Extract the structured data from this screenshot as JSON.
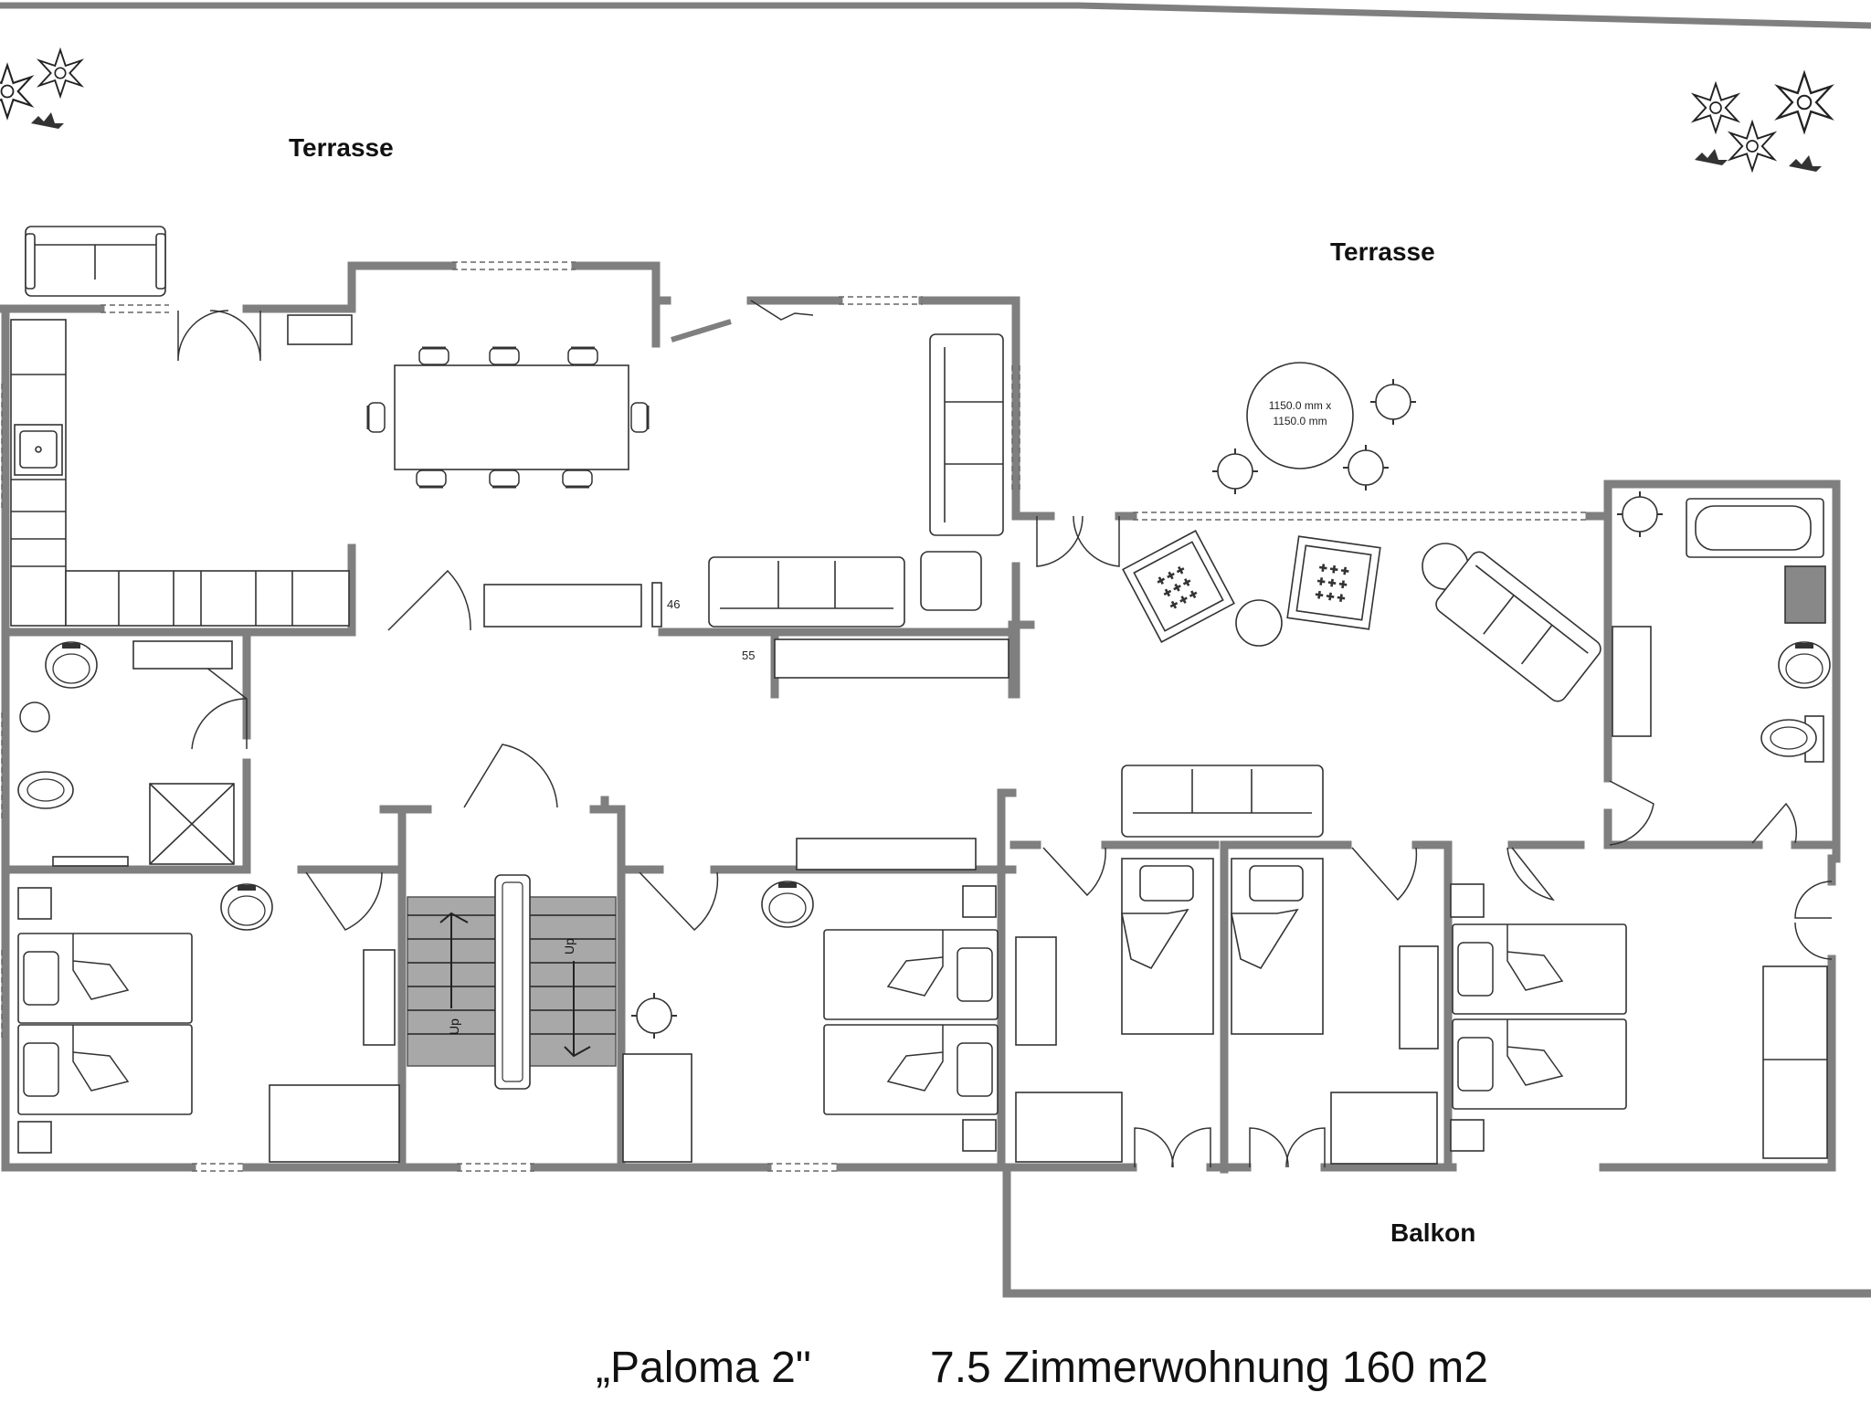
{
  "labels": {
    "terrace_left": "Terrasse",
    "terrace_right": "Terrasse",
    "balcony": "Balkon"
  },
  "dimensions": {
    "d46": "46",
    "d55": "55",
    "table_size_line1": "1150.0 mm x",
    "table_size_line2": "1150.0 mm"
  },
  "stairs": {
    "up_left": "Up",
    "up_right": "Up"
  },
  "footer": {
    "name": "„Paloma 2\"",
    "description": "7.5 Zimmerwohnung 160 m2"
  },
  "colors": {
    "wall": "#7f7f7f",
    "stair": "#a8a8a8",
    "line": "#333333"
  }
}
